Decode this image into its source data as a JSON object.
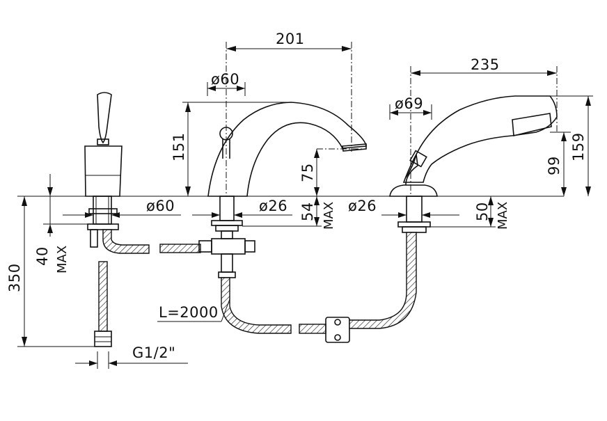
{
  "dimensions": {
    "spout_reach": "201",
    "spout_base_dia": "ø60",
    "spout_height": "151",
    "spout_outlet_height": "75",
    "spout_deck_max": "54",
    "spout_deck_max_label": "MAX",
    "spout_shank_dia": "ø26",
    "mixer_shank_dia": "ø60",
    "mixer_deck_max": "40",
    "mixer_deck_max_label": "MAX",
    "overall_depth": "350",
    "connection": "G1/2\"",
    "hose_length": "L=2000",
    "shower_reach": "235",
    "shower_base_dia": "ø69",
    "shower_height": "159",
    "shower_holder_height": "99",
    "shower_shank_dia": "ø26",
    "shower_deck_max": "50",
    "shower_deck_max_label": "MAX"
  },
  "icons": {
    "lever": "mixer-lever-icon",
    "spout": "bath-spout-icon",
    "handshower": "hand-shower-icon",
    "braided_hose": "braided-hose-icon",
    "hose_coupling": "hose-coupling-icon"
  },
  "colors": {
    "line": "#111111",
    "background": "#ffffff"
  }
}
